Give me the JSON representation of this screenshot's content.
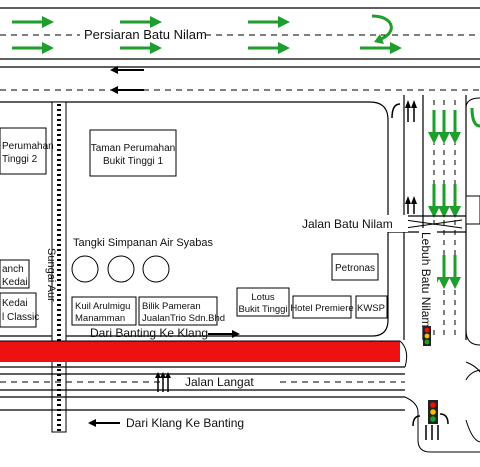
{
  "roads": {
    "persiaran_batu_nilam": "Persiaran Batu Nilam",
    "jalan_batu_nilam": "Jalan Batu Nilam",
    "lebuh_batu_nilam": "Lebuh Batu Nilam",
    "jalan_langat": "Jalan Langat",
    "sungai_aur": "Sungai Aur"
  },
  "directions": {
    "banting_to_klang": "Dari Banting Ke Klang",
    "klang_to_banting": "Dari Klang Ke Banting"
  },
  "places": {
    "perumahan_2_line1": "Perumahan",
    "perumahan_2_line2": "Tinggi 2",
    "bukit_tinggi_1_line1": "Taman Perumahan",
    "bukit_tinggi_1_line2": "Bukit Tinggi 1",
    "tangki": "Tangki Simpanan Air Syabas",
    "petronas": "Petronas",
    "kuil_line1": "Kuil Arulmigu",
    "kuil_line2": "Manamman",
    "bilik_line1": "Bilik Pameran",
    "bilik_line2": "JualanTrio Sdn.Bhd",
    "lotus_line1": "Lotus",
    "lotus_line2": "Bukit Tinggi",
    "hotel": "Hotel Premiere",
    "kwsp": "KWSP",
    "left_a_line1": "anch",
    "left_a_line2": "Kedai",
    "left_b_line1": "Kedai",
    "left_b_line2": "l Classic"
  },
  "colors": {
    "arrow_green": "#1e9e2a",
    "route_red": "#ee1111",
    "road_line": "#000000"
  },
  "icons": {
    "traffic_light": "traffic-light-icon",
    "u_turn": "u-turn-arrow-icon"
  }
}
